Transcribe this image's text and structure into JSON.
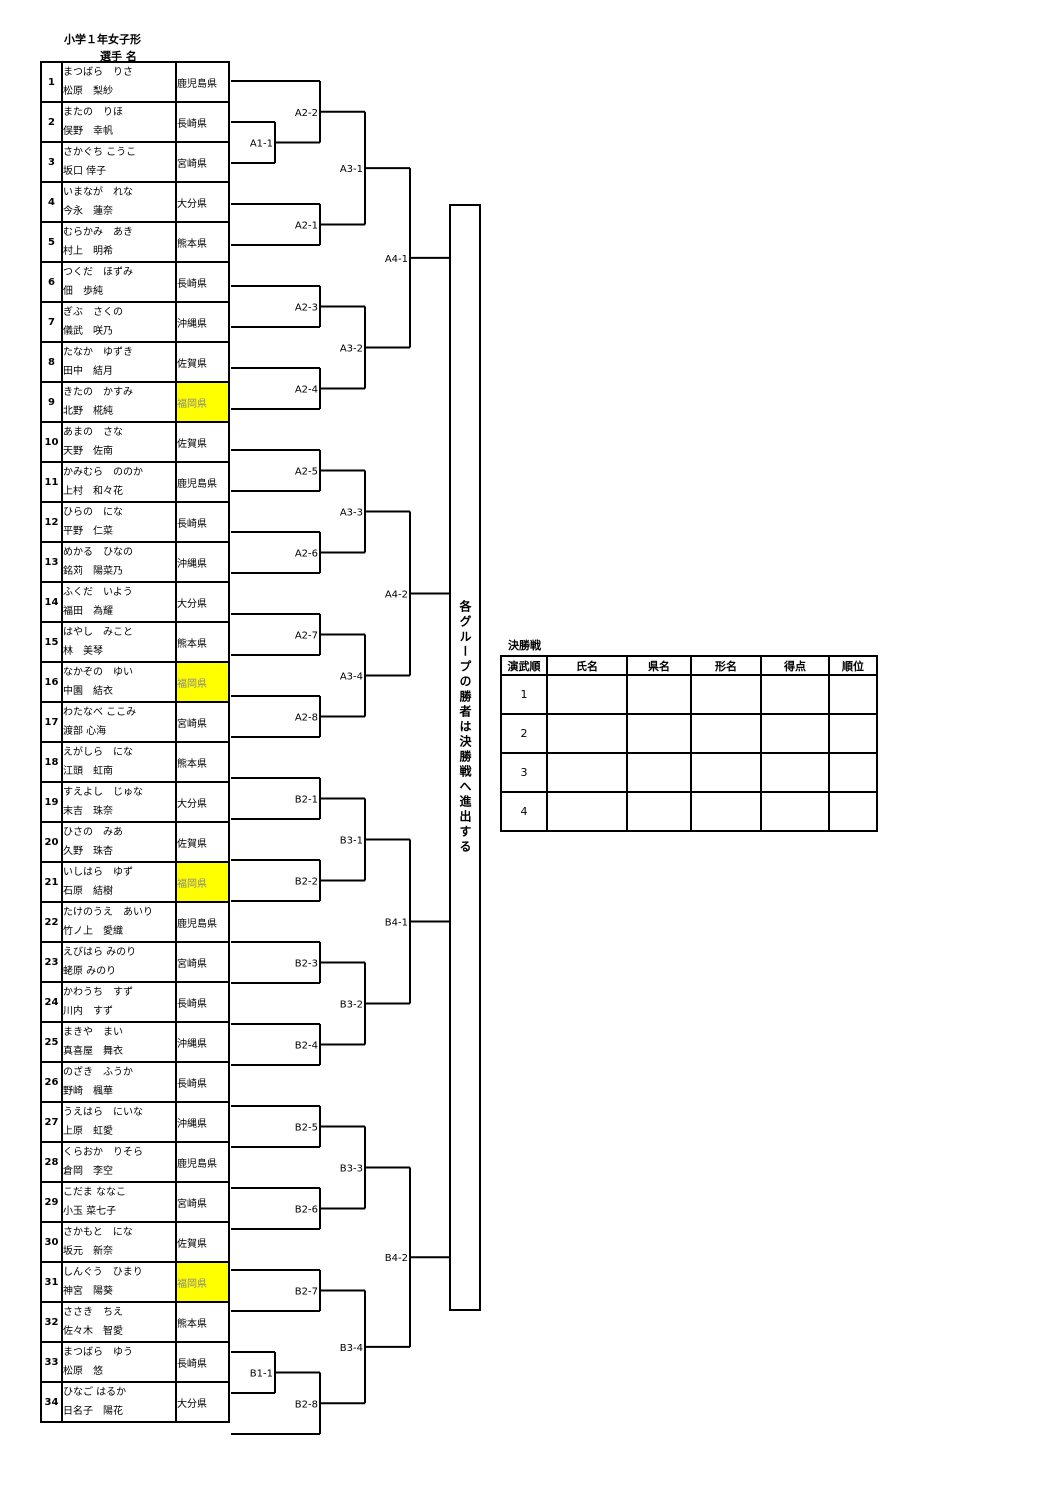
{
  "title": "小学１年女子形",
  "subtitle": "選手 名",
  "players": [
    {
      "no": "1",
      "kana": "まつばら　りさ",
      "kanji": "松原　梨紗",
      "pref": "鹿児島県",
      "hl": false
    },
    {
      "no": "2",
      "kana": "またの　りほ",
      "kanji": "俣野　幸帆",
      "pref": "長崎県",
      "hl": false
    },
    {
      "no": "3",
      "kana": "さかぐち こうこ",
      "kanji": "坂口 倖子",
      "pref": "宮崎県",
      "hl": false
    },
    {
      "no": "4",
      "kana": "いまなが　れな",
      "kanji": "今永　蓮奈",
      "pref": "大分県",
      "hl": false
    },
    {
      "no": "5",
      "kana": "むらかみ　あき",
      "kanji": "村上　明希",
      "pref": "熊本県",
      "hl": false
    },
    {
      "no": "6",
      "kana": "つくだ　ほずみ",
      "kanji": "佃　歩純",
      "pref": "長崎県",
      "hl": false
    },
    {
      "no": "7",
      "kana": "ぎぶ　さくの",
      "kanji": "儀武　咲乃",
      "pref": "沖縄県",
      "hl": false
    },
    {
      "no": "8",
      "kana": "たなか　ゆずき",
      "kanji": "田中　結月",
      "pref": "佐賀県",
      "hl": false
    },
    {
      "no": "9",
      "kana": "きたの　かすみ",
      "kanji": "北野　椛純",
      "pref": "福岡県",
      "hl": true
    },
    {
      "no": "10",
      "kana": "あまの　さな",
      "kanji": "天野　佐南",
      "pref": "佐賀県",
      "hl": false
    },
    {
      "no": "11",
      "kana": "かみむら　ののか",
      "kanji": "上村　和々花",
      "pref": "鹿児島県",
      "hl": false
    },
    {
      "no": "12",
      "kana": "ひらの　にな",
      "kanji": "平野　仁菜",
      "pref": "長崎県",
      "hl": false
    },
    {
      "no": "13",
      "kana": "めかる　ひなの",
      "kanji": "銘苅　陽菜乃",
      "pref": "沖縄県",
      "hl": false
    },
    {
      "no": "14",
      "kana": "ふくだ　いよう",
      "kanji": "福田　為耀",
      "pref": "大分県",
      "hl": false
    },
    {
      "no": "15",
      "kana": "はやし　みこと",
      "kanji": "林　美琴",
      "pref": "熊本県",
      "hl": false
    },
    {
      "no": "16",
      "kana": "なかぞの　ゆい",
      "kanji": "中園　結衣",
      "pref": "福岡県",
      "hl": true
    },
    {
      "no": "17",
      "kana": "わたなべ ここみ",
      "kanji": "渡部 心海",
      "pref": "宮崎県",
      "hl": false
    },
    {
      "no": "18",
      "kana": "えがしら　にな",
      "kanji": "江頭　虹南",
      "pref": "熊本県",
      "hl": false
    },
    {
      "no": "19",
      "kana": "すえよし　じゅな",
      "kanji": "末吉　珠奈",
      "pref": "大分県",
      "hl": false
    },
    {
      "no": "20",
      "kana": "ひさの　みあ",
      "kanji": "久野　珠杏",
      "pref": "佐賀県",
      "hl": false
    },
    {
      "no": "21",
      "kana": "いしはら　ゆず",
      "kanji": "石原　結樹",
      "pref": "福岡県",
      "hl": true
    },
    {
      "no": "22",
      "kana": "たけのうえ　あいり",
      "kanji": "竹ノ上　愛織",
      "pref": "鹿児島県",
      "hl": false
    },
    {
      "no": "23",
      "kana": "えびはら みのり",
      "kanji": "蛯原 みのり",
      "pref": "宮崎県",
      "hl": false
    },
    {
      "no": "24",
      "kana": "かわうち　すず",
      "kanji": "川内　すず",
      "pref": "長崎県",
      "hl": false
    },
    {
      "no": "25",
      "kana": "まきや　まい",
      "kanji": "真喜屋　舞衣",
      "pref": "沖縄県",
      "hl": false
    },
    {
      "no": "26",
      "kana": "のざき　ふうか",
      "kanji": "野崎　楓華",
      "pref": "長崎県",
      "hl": false
    },
    {
      "no": "27",
      "kana": "うえはら　にいな",
      "kanji": "上原　虹愛",
      "pref": "沖縄県",
      "hl": false
    },
    {
      "no": "28",
      "kana": "くらおか　りそら",
      "kanji": "倉岡　李空",
      "pref": "鹿児島県",
      "hl": false
    },
    {
      "no": "29",
      "kana": "こだま ななこ",
      "kanji": "小玉 菜七子",
      "pref": "宮崎県",
      "hl": false
    },
    {
      "no": "30",
      "kana": "さかもと　にな",
      "kanji": "坂元　新奈",
      "pref": "佐賀県",
      "hl": false
    },
    {
      "no": "31",
      "kana": "しんぐう　ひまり",
      "kanji": "神宮　陽葵",
      "pref": "福岡県",
      "hl": true
    },
    {
      "no": "32",
      "kana": "ささき　ちえ",
      "kanji": "佐々木　智愛",
      "pref": "熊本県",
      "hl": false
    },
    {
      "no": "33",
      "kana": "まつばら　ゆう",
      "kanji": "松原　悠",
      "pref": "長崎県",
      "hl": false
    },
    {
      "no": "34",
      "kana": "ひなご はるか",
      "kanji": "日名子　陽花",
      "pref": "大分県",
      "hl": false
    }
  ],
  "bracket_labels": {
    "A1-1": "A1-1",
    "A2-1": "A2-1",
    "A2-2": "A2-2",
    "A2-3": "A2-3",
    "A2-4": "A2-4",
    "A2-5": "A2-5",
    "A2-6": "A2-6",
    "A2-7": "A2-7",
    "A2-8": "A2-8",
    "A3-1": "A3-1",
    "A3-2": "A3-2",
    "A3-3": "A3-3",
    "A3-4": "A3-4",
    "A4-1": "A4-1",
    "A4-2": "A4-2",
    "B1-1": "B1-1",
    "B2-1": "B2-1",
    "B2-2": "B2-2",
    "B2-3": "B2-3",
    "B2-4": "B2-4",
    "B2-5": "B2-5",
    "B2-6": "B2-6",
    "B2-7": "B2-7",
    "B2-8": "B2-8",
    "B3-1": "B3-1",
    "B3-2": "B3-2",
    "B3-3": "B3-3",
    "B3-4": "B3-4",
    "B4-1": "B4-1",
    "B4-2": "B4-2"
  },
  "final_note": "各グループの勝者は決勝戦へ進出する",
  "final": {
    "label": "決勝戦",
    "headers": [
      "演武順",
      "氏名",
      "県名",
      "形名",
      "得点",
      "順位"
    ],
    "rows": [
      "1",
      "2",
      "3",
      "4"
    ]
  },
  "colors": {
    "highlight": "#ffff00",
    "highlight_text": "#8a8a8a"
  }
}
